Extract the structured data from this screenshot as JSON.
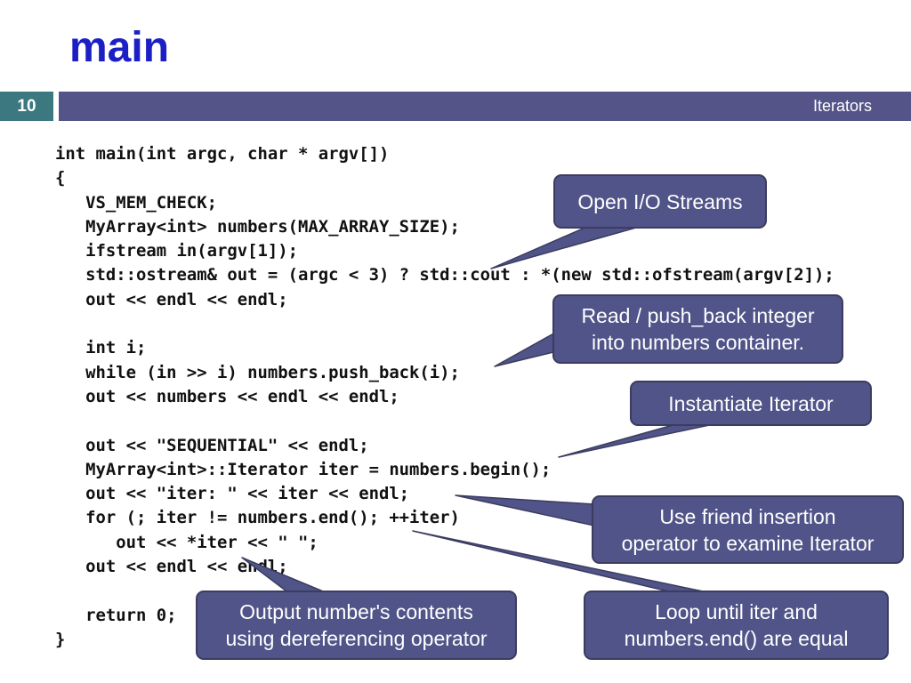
{
  "slide": {
    "title": "main",
    "number": "10",
    "section": "Iterators"
  },
  "colors": {
    "title": "#1b1fc4",
    "band": "#555489",
    "slide_number_bg": "#3b7880",
    "callout_bg": "#505488",
    "callout_border": "#3b3c5f",
    "code_text": "#111111"
  },
  "code_lines": [
    "int main(int argc, char * argv[])",
    "{",
    "   VS_MEM_CHECK;",
    "   MyArray<int> numbers(MAX_ARRAY_SIZE);",
    "   ifstream in(argv[1]);",
    "   std::ostream& out = (argc < 3) ? std::cout : *(new std::ofstream(argv[2]);",
    "   out << endl << endl;",
    "",
    "   int i;",
    "   while (in >> i) numbers.push_back(i);",
    "   out << numbers << endl << endl;",
    "",
    "   out << \"SEQUENTIAL\" << endl;",
    "   MyArray<int>::Iterator iter = numbers.begin();",
    "   out << \"iter: \" << iter << endl;",
    "   for (; iter != numbers.end(); ++iter)",
    "      out << *iter << \" \";",
    "   out << endl << endl;",
    "",
    "   return 0;",
    "}"
  ],
  "callouts": {
    "open_streams": [
      "Open I/O Streams"
    ],
    "read_push_back": [
      "Read / push_back integer",
      "into numbers container."
    ],
    "instantiate_iterator": [
      "Instantiate Iterator"
    ],
    "friend_insertion": [
      "Use friend insertion",
      "operator to examine Iterator"
    ],
    "output_contents": [
      "Output number's contents",
      "using dereferencing operator"
    ],
    "loop_until": [
      "Loop until iter and",
      "numbers.end() are equal"
    ]
  }
}
